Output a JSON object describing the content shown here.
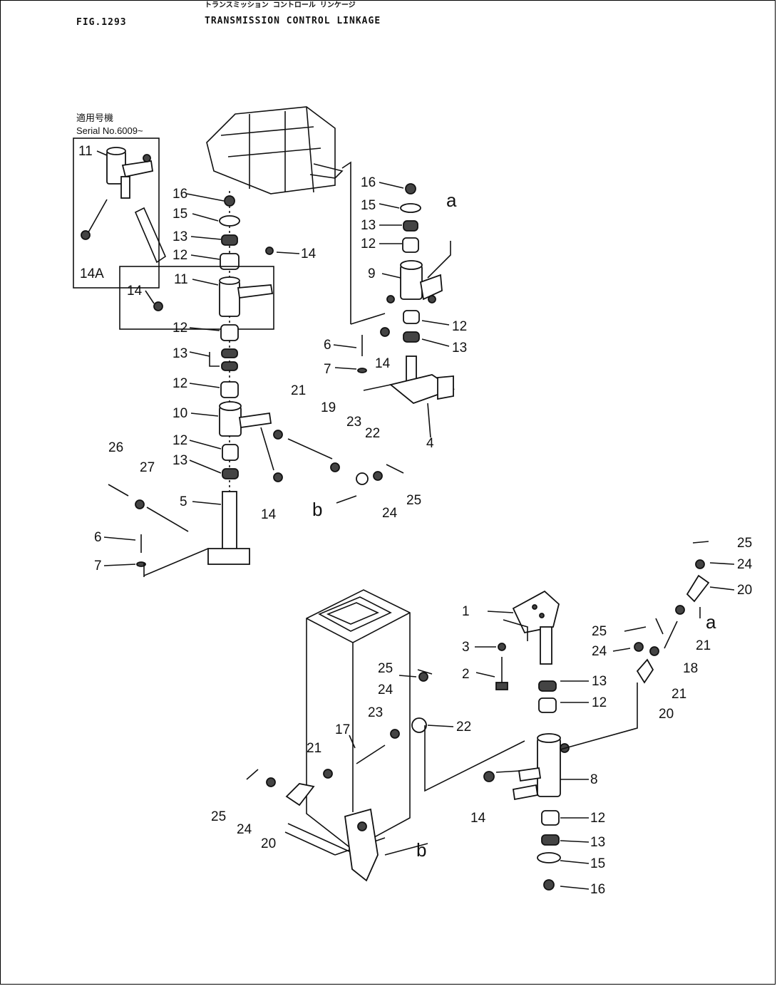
{
  "header": {
    "fig_number": "FIG.1293",
    "title_jp": "トランスミッション コントロール リンケージ",
    "title_en": "TRANSMISSION CONTROL LINKAGE"
  },
  "inset": {
    "label_jp": "適用号機",
    "serial": "Serial No.6009~"
  },
  "labels": [
    {
      "id": "l11a",
      "text": "11"
    },
    {
      "id": "l14A",
      "text": "14A"
    },
    {
      "id": "l16a",
      "text": "16"
    },
    {
      "id": "l15a",
      "text": "15"
    },
    {
      "id": "l13a",
      "text": "13"
    },
    {
      "id": "l12a",
      "text": "12"
    },
    {
      "id": "l14a",
      "text": "14"
    },
    {
      "id": "l11b",
      "text": "11"
    },
    {
      "id": "l14b",
      "text": "14"
    },
    {
      "id": "l12b",
      "text": "12"
    },
    {
      "id": "l13b",
      "text": "13"
    },
    {
      "id": "l12c",
      "text": "12"
    },
    {
      "id": "l10",
      "text": "10"
    },
    {
      "id": "l12d",
      "text": "12"
    },
    {
      "id": "l13c",
      "text": "13"
    },
    {
      "id": "l5",
      "text": "5"
    },
    {
      "id": "l26",
      "text": "26"
    },
    {
      "id": "l27",
      "text": "27"
    },
    {
      "id": "l6a",
      "text": "6"
    },
    {
      "id": "l7a",
      "text": "7"
    },
    {
      "id": "l21a",
      "text": "21"
    },
    {
      "id": "l19",
      "text": "19"
    },
    {
      "id": "l23a",
      "text": "23"
    },
    {
      "id": "l22a",
      "text": "22"
    },
    {
      "id": "l14c",
      "text": "14"
    },
    {
      "id": "l24a",
      "text": "24"
    },
    {
      "id": "l25a",
      "text": "25"
    },
    {
      "id": "lb1",
      "text": "b"
    },
    {
      "id": "l16b",
      "text": "16"
    },
    {
      "id": "l15b",
      "text": "15"
    },
    {
      "id": "l13d",
      "text": "13"
    },
    {
      "id": "l12e",
      "text": "12"
    },
    {
      "id": "la1",
      "text": "a"
    },
    {
      "id": "l9",
      "text": "9"
    },
    {
      "id": "l12f",
      "text": "12"
    },
    {
      "id": "l13e",
      "text": "13"
    },
    {
      "id": "l6b",
      "text": "6"
    },
    {
      "id": "l7b",
      "text": "7"
    },
    {
      "id": "l14d",
      "text": "14"
    },
    {
      "id": "l4",
      "text": "4"
    },
    {
      "id": "l25b",
      "text": "25"
    },
    {
      "id": "l24b",
      "text": "24"
    },
    {
      "id": "l20a",
      "text": "20"
    },
    {
      "id": "la2",
      "text": "a"
    },
    {
      "id": "l21b",
      "text": "21"
    },
    {
      "id": "l18",
      "text": "18"
    },
    {
      "id": "l25c",
      "text": "25"
    },
    {
      "id": "l24c",
      "text": "24"
    },
    {
      "id": "l21c",
      "text": "21"
    },
    {
      "id": "l20b",
      "text": "20"
    },
    {
      "id": "l1",
      "text": "1"
    },
    {
      "id": "l3",
      "text": "3"
    },
    {
      "id": "l2",
      "text": "2"
    },
    {
      "id": "l13f",
      "text": "13"
    },
    {
      "id": "l12g",
      "text": "12"
    },
    {
      "id": "l25d",
      "text": "25"
    },
    {
      "id": "l24d",
      "text": "24"
    },
    {
      "id": "l23b",
      "text": "23"
    },
    {
      "id": "l22b",
      "text": "22"
    },
    {
      "id": "l17",
      "text": "17"
    },
    {
      "id": "l21d",
      "text": "21"
    },
    {
      "id": "l8",
      "text": "8"
    },
    {
      "id": "l14e",
      "text": "14"
    },
    {
      "id": "l12h",
      "text": "12"
    },
    {
      "id": "l13g",
      "text": "13"
    },
    {
      "id": "l15c",
      "text": "15"
    },
    {
      "id": "l16c",
      "text": "16"
    },
    {
      "id": "l25e",
      "text": "25"
    },
    {
      "id": "l24e",
      "text": "24"
    },
    {
      "id": "l20c",
      "text": "20"
    },
    {
      "id": "lb2",
      "text": "b"
    }
  ]
}
